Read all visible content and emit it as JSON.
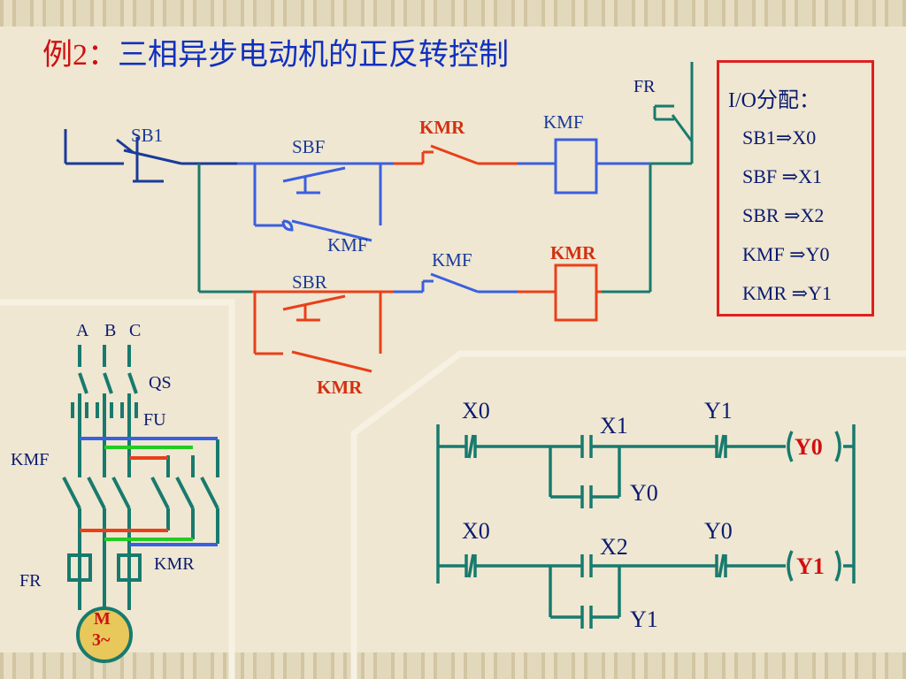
{
  "title": {
    "prefix": "例2：",
    "text": "三相异步电动机的正反转控制"
  },
  "control_circuit": {
    "sb1": "SB1",
    "sbf": "SBF",
    "sbr": "SBR",
    "kmr_contact_top": "KMR",
    "kmf_coil": "KMF",
    "kmf_hold": "KMF",
    "kmf_interlock": "KMF",
    "kmr_coil": "KMR",
    "kmr_hold": "KMR",
    "fr": "FR"
  },
  "io_assignment": {
    "title": "I/O分配：",
    "items": [
      "SB1⇒X0",
      "SBF ⇒X1",
      "SBR ⇒X2",
      "KMF ⇒Y0",
      "KMR ⇒Y1"
    ]
  },
  "main_circuit": {
    "phase_a": "A",
    "phase_b": "B",
    "phase_c": "C",
    "qs": "QS",
    "fu": "FU",
    "kmf": "KMF",
    "kmr": "KMR",
    "fr": "FR",
    "motor_line1": "M",
    "motor_line2": "3~"
  },
  "ladder": {
    "rung1": {
      "c1": "X0",
      "c2": "X1",
      "c3": "Y1",
      "branch": "Y0",
      "coil": "Y0"
    },
    "rung2": {
      "c1": "X0",
      "c2": "X2",
      "c3": "Y0",
      "branch": "Y1",
      "coil": "Y1"
    }
  },
  "colors": {
    "blue": "#3a5fe0",
    "red": "#e8401a",
    "teal": "#187a6e",
    "green": "#22cc22",
    "navy": "#0a1a70"
  }
}
